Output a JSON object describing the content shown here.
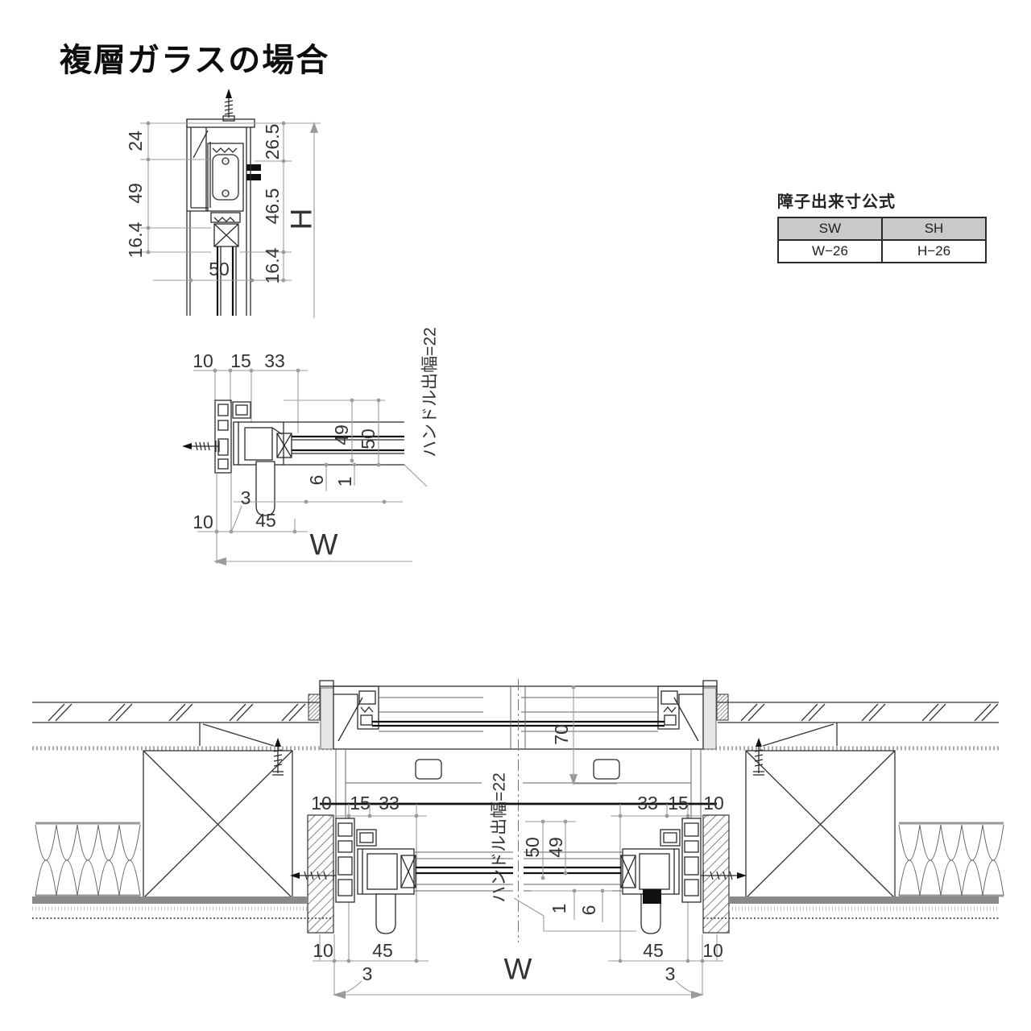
{
  "title": "複層ガラスの場合",
  "formula_table": {
    "caption": "障子出来寸公式",
    "col1_header": "SW",
    "col2_header": "SH",
    "col1_value": "W−26",
    "col2_value": "H−26"
  },
  "head_section": {
    "dim_24": "24",
    "dim_49": "49",
    "dim_164_left": "16.4",
    "dim_50": "50",
    "dim_265": "26.5",
    "dim_465": "46.5",
    "dim_164_right": "16.4",
    "height_label": "H"
  },
  "jamb_section": {
    "dim_10_top": "10",
    "dim_15": "15",
    "dim_33": "33",
    "handle_note": "ハンドル出幅=22",
    "dim_49": "49",
    "dim_50": "50",
    "dim_6": "6",
    "dim_1": "1",
    "dim_3": "3",
    "dim_45": "45",
    "dim_10_bottom": "10",
    "width_label": "W"
  },
  "plan_section": {
    "dim_70": "70",
    "handle_note": "ハンドル出幅=22",
    "left_dim_10": "10",
    "left_dim_15": "15",
    "left_dim_33": "33",
    "right_dim_33": "33",
    "right_dim_15": "15",
    "right_dim_10": "10",
    "dim_50": "50",
    "dim_49": "49",
    "dim_1": "1",
    "dim_6": "6",
    "bottom_left_10": "10",
    "bottom_left_45": "45",
    "bottom_left_3": "3",
    "bottom_right_45": "45",
    "bottom_right_3": "3",
    "bottom_right_10": "10",
    "width_label": "W"
  },
  "colors": {
    "line": "#2b2b2b",
    "dim_line": "#9b9b9b",
    "text": "#333333",
    "table_header_bg": "#c9c9c9",
    "accent_black": "#111111"
  }
}
